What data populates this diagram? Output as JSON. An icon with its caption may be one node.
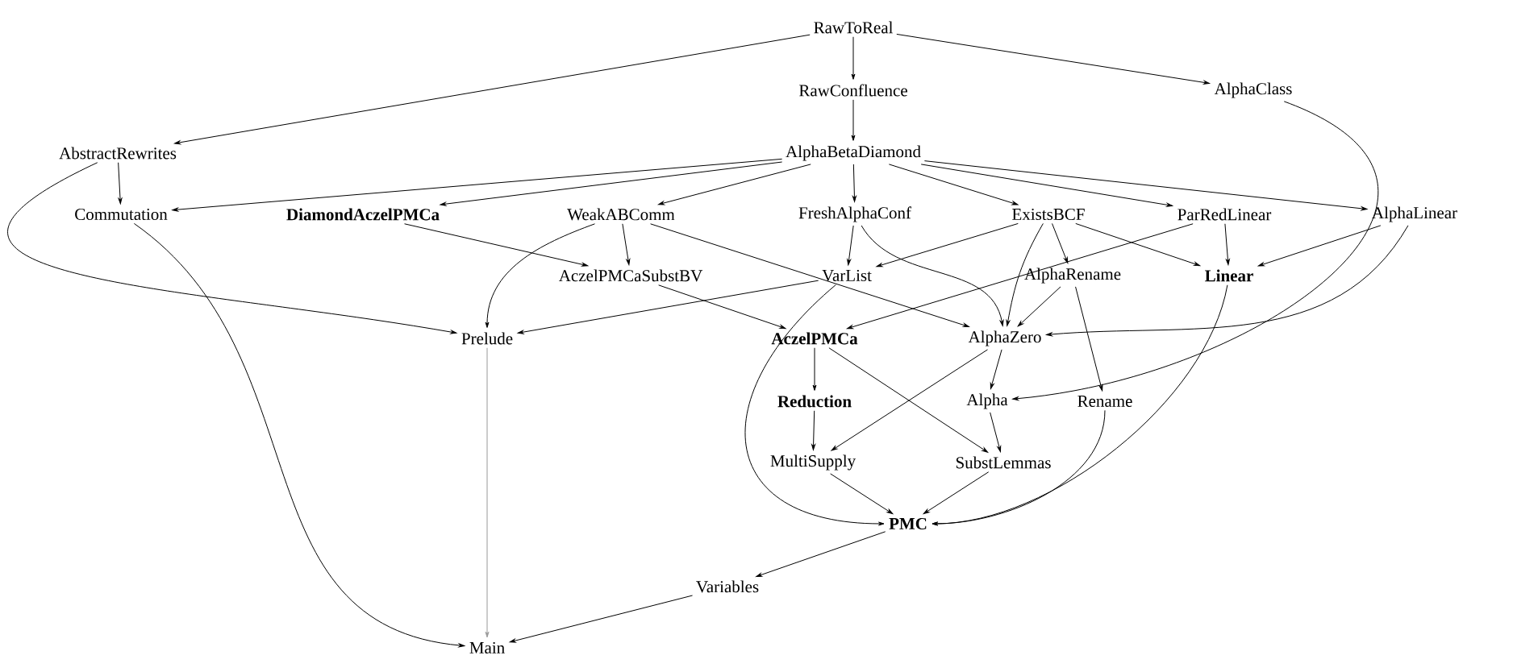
{
  "diagram": {
    "nodes": [
      {
        "text": [
          "RawToReal"
        ]
      },
      {
        "text": [
          "RawConfluence"
        ]
      },
      {
        "text": [
          "AlphaClass"
        ]
      },
      {
        "text": [
          "AbstractRewrites"
        ]
      },
      {
        "text": [
          "AlphaBetaDiamond"
        ]
      },
      {
        "text": [
          "Commutation"
        ]
      },
      {
        "text": [
          "DiamondAczelPMCa"
        ]
      },
      {
        "text": [
          "WeakABComm"
        ]
      },
      {
        "text": [
          "FreshAlphaConf"
        ]
      },
      {
        "text": [
          "ExistsBCF"
        ]
      },
      {
        "text": [
          "ParRedLinear"
        ]
      },
      {
        "text": [
          "AlphaLinear"
        ]
      },
      {
        "text": [
          "AczelPMCaSubstBV"
        ]
      },
      {
        "text": [
          "VarList"
        ]
      },
      {
        "text": [
          "AlphaRename"
        ]
      },
      {
        "text": [
          "Linear"
        ]
      },
      {
        "text": [
          "Prelude"
        ]
      },
      {
        "text": [
          "AczelPMCa"
        ]
      },
      {
        "text": [
          "AlphaZero"
        ]
      },
      {
        "text": [
          "Alpha"
        ]
      },
      {
        "text": [
          "Reduction"
        ]
      },
      {
        "text": [
          "Rename"
        ]
      },
      {
        "text": [
          "MultiSupply"
        ]
      },
      {
        "text": [
          "SubstLemmas"
        ]
      },
      {
        "text": [
          "PMC"
        ]
      },
      {
        "text": [
          "Variables"
        ]
      },
      {
        "text": [
          "Main"
        ]
      }
    ],
    "edges": [
      {
        "from": 0,
        "to": 3,
        "arrow": "to"
      },
      {
        "from": 0,
        "to": 1,
        "arrow": "to"
      },
      {
        "from": 0,
        "to": 2,
        "arrow": "to"
      },
      {
        "from": 1,
        "to": 4,
        "arrow": "to"
      },
      {
        "from": 3,
        "to": 5,
        "arrow": "to"
      },
      {
        "from": 3,
        "to": 16,
        "arrow": "to"
      },
      {
        "from": 4,
        "to": 5,
        "arrow": "to"
      },
      {
        "from": 4,
        "to": 6,
        "arrow": "to"
      },
      {
        "from": 4,
        "to": 7,
        "arrow": "to"
      },
      {
        "from": 4,
        "to": 8,
        "arrow": "to"
      },
      {
        "from": 4,
        "to": 9,
        "arrow": "to"
      },
      {
        "from": 4,
        "to": 10,
        "arrow": "to"
      },
      {
        "from": 4,
        "to": 11,
        "arrow": "to"
      },
      {
        "from": 5,
        "to": 26,
        "arrow": "to"
      },
      {
        "from": 6,
        "to": 12,
        "arrow": "to"
      },
      {
        "from": 7,
        "to": 12,
        "arrow": "to"
      },
      {
        "from": 7,
        "to": 16,
        "arrow": "to"
      },
      {
        "from": 7,
        "to": 18,
        "arrow": "to"
      },
      {
        "from": 8,
        "to": 13,
        "arrow": "to"
      },
      {
        "from": 8,
        "to": 18,
        "arrow": "to"
      },
      {
        "from": 9,
        "to": 13,
        "arrow": "to"
      },
      {
        "from": 9,
        "to": 18,
        "arrow": "to"
      },
      {
        "from": 9,
        "to": 14,
        "arrow": "to"
      },
      {
        "from": 9,
        "to": 15,
        "arrow": "to"
      },
      {
        "from": 10,
        "to": 17,
        "arrow": "to"
      },
      {
        "from": 10,
        "to": 15,
        "arrow": "to"
      },
      {
        "from": 11,
        "to": 15,
        "arrow": "to"
      },
      {
        "from": 11,
        "to": 18,
        "arrow": "to"
      },
      {
        "from": 2,
        "to": 19,
        "arrow": "to"
      },
      {
        "from": 12,
        "to": 17,
        "arrow": "to"
      },
      {
        "from": 13,
        "to": 16,
        "arrow": "to"
      },
      {
        "from": 13,
        "to": 24,
        "arrow": "to"
      },
      {
        "from": 14,
        "to": 18,
        "arrow": "to"
      },
      {
        "from": 14,
        "to": 21,
        "arrow": "to"
      },
      {
        "from": 15,
        "to": 24,
        "arrow": "to"
      },
      {
        "from": 21,
        "to": 24,
        "arrow": "to"
      },
      {
        "from": 17,
        "to": 20,
        "arrow": "to"
      },
      {
        "from": 17,
        "to": 23,
        "arrow": "to"
      },
      {
        "from": 18,
        "to": 22,
        "arrow": "to"
      },
      {
        "from": 18,
        "to": 19,
        "arrow": "to"
      },
      {
        "from": 19,
        "to": 23,
        "arrow": "to"
      },
      {
        "from": 20,
        "to": 22,
        "arrow": "to"
      },
      {
        "from": 22,
        "to": 24,
        "arrow": "to"
      },
      {
        "from": 23,
        "to": 24,
        "arrow": "to"
      },
      {
        "from": 24,
        "to": 25,
        "arrow": "to"
      },
      {
        "from": 25,
        "to": 26,
        "arrow": "to"
      },
      {
        "from": 16,
        "to": 26,
        "arrow": "to",
        "color": "#999999"
      }
    ]
  }
}
